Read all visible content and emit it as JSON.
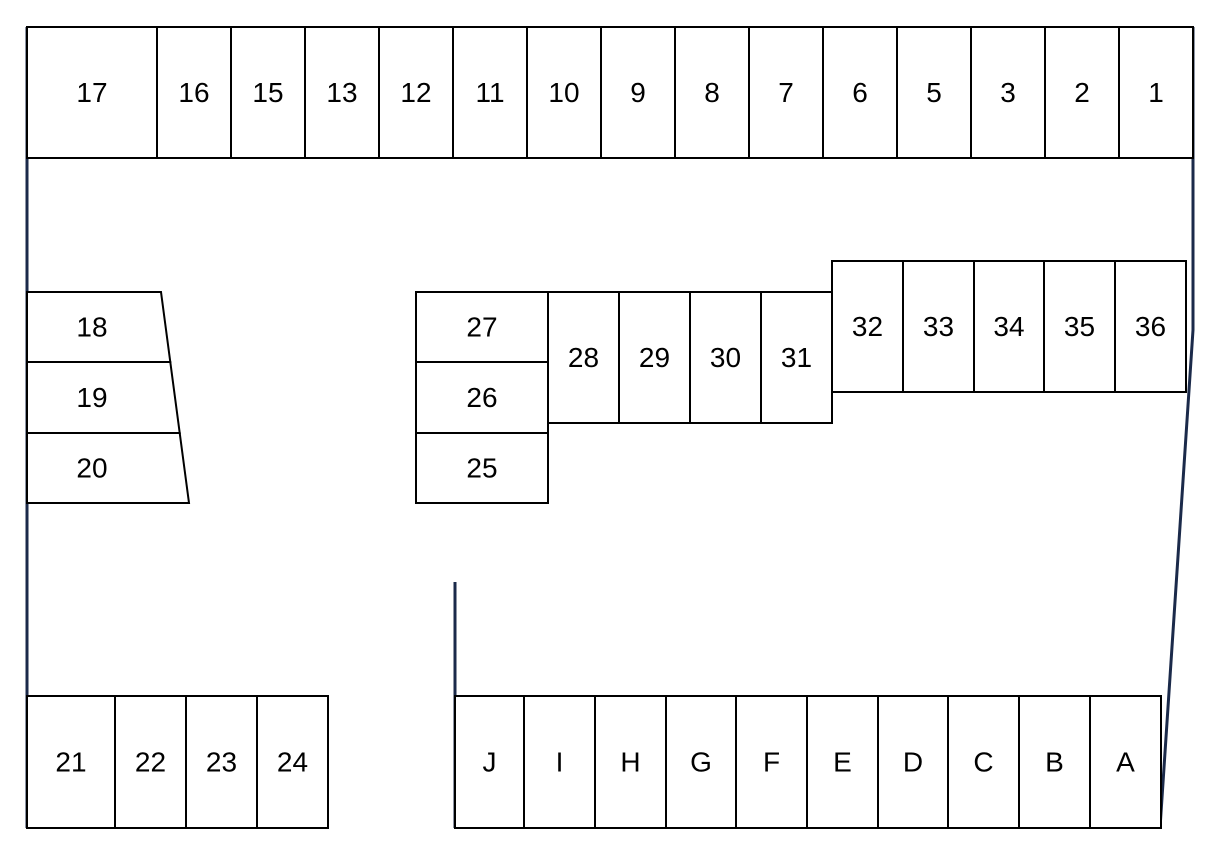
{
  "colors": {
    "wall": "#1b2a4a",
    "space_border": "#000000",
    "background": "#ffffff"
  },
  "rows": {
    "top": [
      "17",
      "16",
      "15",
      "13",
      "12",
      "11",
      "10",
      "9",
      "8",
      "7",
      "6",
      "5",
      "3",
      "2",
      "1"
    ],
    "left_angled": [
      "18",
      "19",
      "20"
    ],
    "center_stack": [
      "27",
      "26",
      "25"
    ],
    "center_mid": [
      "28",
      "29",
      "30",
      "31"
    ],
    "center_right": [
      "32",
      "33",
      "34",
      "35",
      "36"
    ],
    "bottom_left": [
      "21",
      "22",
      "23",
      "24"
    ],
    "bottom_right": [
      "J",
      "I",
      "H",
      "G",
      "F",
      "E",
      "D",
      "C",
      "B",
      "A"
    ]
  }
}
